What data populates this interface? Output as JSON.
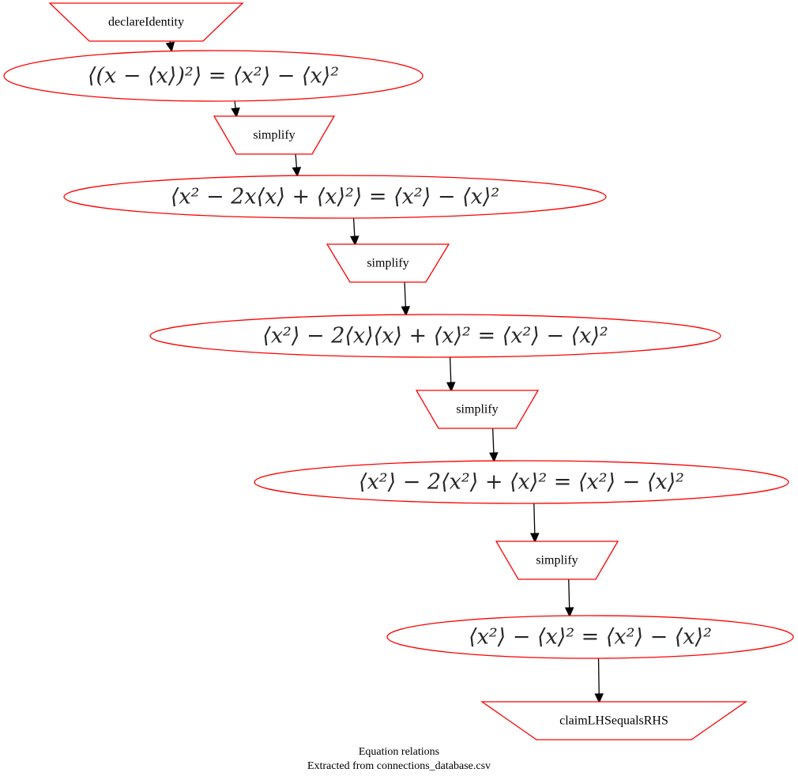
{
  "diagram": {
    "nodes": [
      {
        "id": "op1",
        "kind": "operation",
        "label": "declareIdentity"
      },
      {
        "id": "expr1",
        "kind": "expression",
        "label": "⟨(x − ⟨x⟩)²⟩ = ⟨x²⟩ − ⟨x⟩²"
      },
      {
        "id": "op2",
        "kind": "operation",
        "label": "simplify"
      },
      {
        "id": "expr2",
        "kind": "expression",
        "label": "⟨x² − 2x⟨x⟩ + ⟨x⟩²⟩ = ⟨x²⟩ − ⟨x⟩²"
      },
      {
        "id": "op3",
        "kind": "operation",
        "label": "simplify"
      },
      {
        "id": "expr3",
        "kind": "expression",
        "label": "⟨x²⟩ − 2⟨x⟩⟨x⟩ + ⟨x⟩² = ⟨x²⟩ − ⟨x⟩²"
      },
      {
        "id": "op4",
        "kind": "operation",
        "label": "simplify"
      },
      {
        "id": "expr4",
        "kind": "expression",
        "label": "⟨x²⟩ − 2⟨x²⟩ + ⟨x⟩² = ⟨x²⟩ − ⟨x⟩²"
      },
      {
        "id": "op5",
        "kind": "operation",
        "label": "simplify"
      },
      {
        "id": "expr5",
        "kind": "expression",
        "label": "⟨x²⟩ − ⟨x⟩² = ⟨x²⟩ − ⟨x⟩²"
      },
      {
        "id": "op6",
        "kind": "operation",
        "label": "claimLHSequalsRHS"
      }
    ],
    "edges": [
      {
        "from": "op1",
        "to": "expr1"
      },
      {
        "from": "expr1",
        "to": "op2"
      },
      {
        "from": "op2",
        "to": "expr2"
      },
      {
        "from": "expr2",
        "to": "op3"
      },
      {
        "from": "op3",
        "to": "expr3"
      },
      {
        "from": "expr3",
        "to": "op4"
      },
      {
        "from": "op4",
        "to": "expr4"
      },
      {
        "from": "expr4",
        "to": "op5"
      },
      {
        "from": "op5",
        "to": "expr5"
      },
      {
        "from": "expr5",
        "to": "op6"
      }
    ],
    "colors": {
      "node_border": "#ff0000",
      "edge": "#000000",
      "expression_text": "#262626"
    }
  },
  "caption": {
    "line1": "Equation relations",
    "line2": "Extracted from connections_database.csv"
  }
}
